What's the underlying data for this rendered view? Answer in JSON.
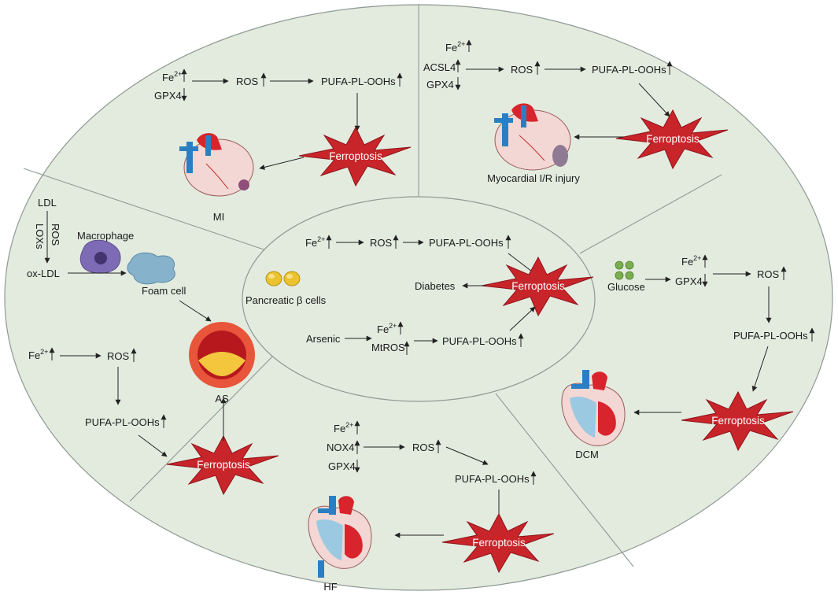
{
  "colors": {
    "panel_fill": "#e3ebdf",
    "panel_stroke": "#8e9a92",
    "ferroptosis_fill": "#c8252b",
    "ferroptosis_stroke": "#8e1418",
    "heart_red": "#d8242c",
    "vessel_blue": "#2a7fc4",
    "cell_purple": "#7d6bb5",
    "foam_blue": "#86b2cc",
    "beta_cell_yellow": "#ecc22f",
    "glucose_green": "#79ad4e"
  },
  "labels": {
    "ferroptosis": "Ferroptosis",
    "fe_base": "Fe",
    "fe_sup": "2+",
    "ros": "ROS",
    "pufa": "PUFA-PL-OOHs",
    "gpx4": "GPX4",
    "acsl4": "ACSL4",
    "nox4": "NOX4",
    "mtros": "MtROS",
    "ldl": "LDL",
    "ox_ldl": "ox-LDL",
    "loxs": "LOXs",
    "macrophage": "Macrophage",
    "foam_cell": "Foam cell",
    "arsenic": "Arsenic",
    "glucose": "Glucose",
    "diabetes": "Diabetes",
    "pancreatic": "Pancreatic β cells"
  },
  "sections": {
    "mi": {
      "title": "MI"
    },
    "ir": {
      "title": "Myocardial I/R injury"
    },
    "as": {
      "title": "AS"
    },
    "dcm": {
      "title": "DCM"
    },
    "hf": {
      "title": "HF"
    }
  },
  "icons": [
    "ferroptosis-burst-icon",
    "heart-icon",
    "macrophage-icon",
    "foam-cell-icon",
    "artery-cross-section-icon",
    "pancreatic-beta-cell-icon",
    "glucose-molecule-icon"
  ]
}
